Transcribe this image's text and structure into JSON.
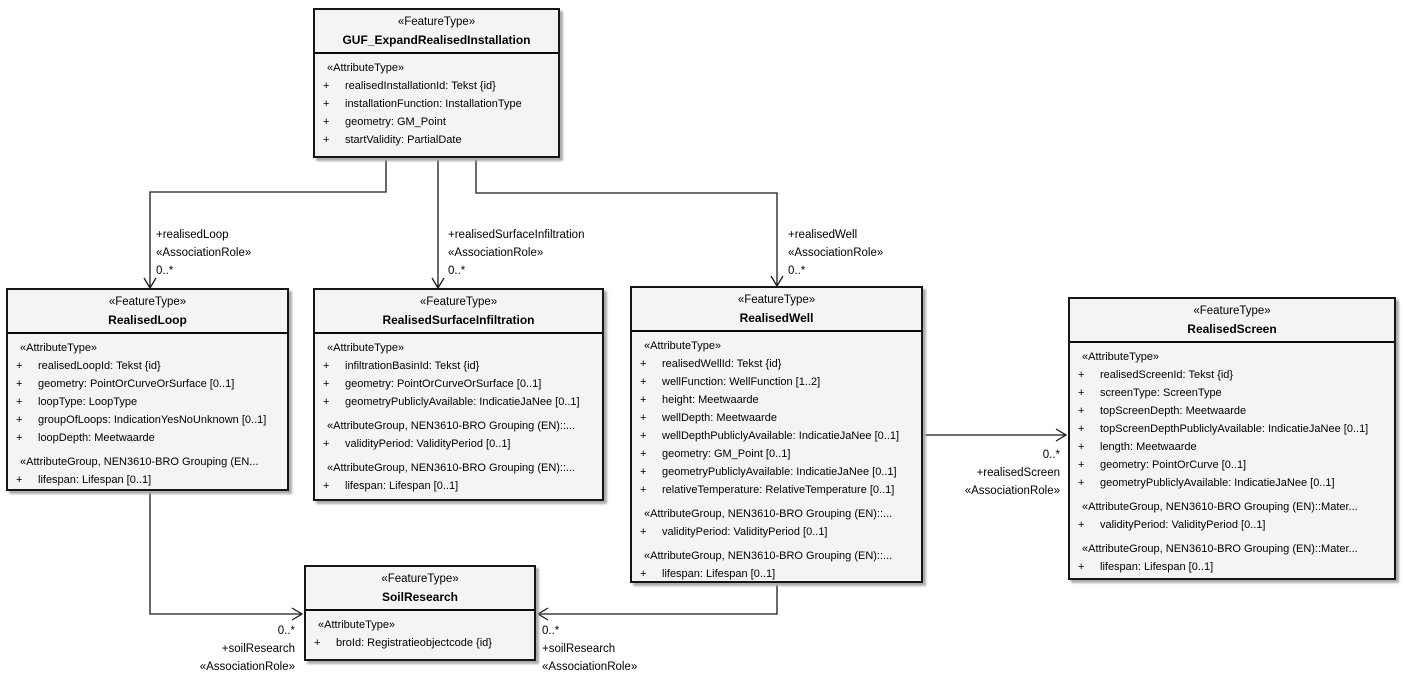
{
  "boxes": {
    "guf": {
      "stereotype": "«FeatureType»",
      "name": "GUF_ExpandRealisedInstallation",
      "rows": [
        {
          "kind": "section",
          "text": "«AttributeType»"
        },
        {
          "kind": "attr",
          "text": "realisedInstallationId: Tekst {id}"
        },
        {
          "kind": "attr",
          "text": "installationFunction: InstallationType"
        },
        {
          "kind": "attr",
          "text": "geometry: GM_Point"
        },
        {
          "kind": "attr",
          "text": "startValidity: PartialDate"
        }
      ]
    },
    "realisedLoop": {
      "stereotype": "«FeatureType»",
      "name": "RealisedLoop",
      "rows": [
        {
          "kind": "section",
          "text": "«AttributeType»"
        },
        {
          "kind": "attr",
          "text": "realisedLoopId: Tekst {id}"
        },
        {
          "kind": "attr",
          "text": "geometry: PointOrCurveOrSurface [0..1]"
        },
        {
          "kind": "attr",
          "text": "loopType: LoopType"
        },
        {
          "kind": "attr",
          "text": "groupOfLoops: IndicationYesNoUnknown [0..1]"
        },
        {
          "kind": "attr",
          "text": "loopDepth: Meetwaarde"
        },
        {
          "kind": "section",
          "text": "«AttributeGroup, NEN3610-BRO Grouping (EN..."
        },
        {
          "kind": "attr",
          "text": "lifespan: Lifespan [0..1]"
        }
      ]
    },
    "realisedSurfaceInfiltration": {
      "stereotype": "«FeatureType»",
      "name": "RealisedSurfaceInfiltration",
      "rows": [
        {
          "kind": "section",
          "text": "«AttributeType»"
        },
        {
          "kind": "attr",
          "text": "infiltrationBasinId: Tekst {id}"
        },
        {
          "kind": "attr",
          "text": "geometry: PointOrCurveOrSurface [0..1]"
        },
        {
          "kind": "attr",
          "text": "geometryPubliclyAvailable: IndicatieJaNee [0..1]"
        },
        {
          "kind": "section",
          "text": "«AttributeGroup, NEN3610-BRO Grouping (EN)::..."
        },
        {
          "kind": "attr",
          "text": "validityPeriod: ValidityPeriod [0..1]"
        },
        {
          "kind": "section",
          "text": "«AttributeGroup, NEN3610-BRO Grouping (EN)::..."
        },
        {
          "kind": "attr",
          "text": "lifespan: Lifespan [0..1]"
        }
      ]
    },
    "realisedWell": {
      "stereotype": "«FeatureType»",
      "name": "RealisedWell",
      "rows": [
        {
          "kind": "section",
          "text": "«AttributeType»"
        },
        {
          "kind": "attr",
          "text": "realisedWellId: Tekst {id}"
        },
        {
          "kind": "attr",
          "text": "wellFunction: WellFunction [1..2]"
        },
        {
          "kind": "attr",
          "text": "height: Meetwaarde"
        },
        {
          "kind": "attr",
          "text": "wellDepth: Meetwaarde"
        },
        {
          "kind": "attr",
          "text": "wellDepthPubliclyAvailable: IndicatieJaNee [0..1]"
        },
        {
          "kind": "attr",
          "text": "geometry: GM_Point [0..1]"
        },
        {
          "kind": "attr",
          "text": "geometryPubliclyAvailable: IndicatieJaNee [0..1]"
        },
        {
          "kind": "attr",
          "text": "relativeTemperature: RelativeTemperature [0..1]"
        },
        {
          "kind": "section",
          "text": "«AttributeGroup, NEN3610-BRO Grouping (EN)::..."
        },
        {
          "kind": "attr",
          "text": "validityPeriod: ValidityPeriod [0..1]"
        },
        {
          "kind": "section",
          "text": "«AttributeGroup, NEN3610-BRO Grouping (EN)::..."
        },
        {
          "kind": "attr",
          "text": "lifespan: Lifespan [0..1]"
        }
      ]
    },
    "realisedScreen": {
      "stereotype": "«FeatureType»",
      "name": "RealisedScreen",
      "rows": [
        {
          "kind": "section",
          "text": "«AttributeType»"
        },
        {
          "kind": "attr",
          "text": "realisedScreenId: Tekst {id}"
        },
        {
          "kind": "attr",
          "text": "screenType: ScreenType"
        },
        {
          "kind": "attr",
          "text": "topScreenDepth: Meetwaarde"
        },
        {
          "kind": "attr",
          "text": "topScreenDepthPubliclyAvailable: IndicatieJaNee [0..1]"
        },
        {
          "kind": "attr",
          "text": "length: Meetwaarde"
        },
        {
          "kind": "attr",
          "text": "geometry: PointOrCurve [0..1]"
        },
        {
          "kind": "attr",
          "text": "geometryPubliclyAvailable: IndicatieJaNee [0..1]"
        },
        {
          "kind": "section",
          "text": "«AttributeGroup, NEN3610-BRO Grouping (EN)::Mater..."
        },
        {
          "kind": "attr",
          "text": "validityPeriod: ValidityPeriod [0..1]"
        },
        {
          "kind": "section",
          "text": "«AttributeGroup, NEN3610-BRO Grouping (EN)::Mater..."
        },
        {
          "kind": "attr",
          "text": "lifespan: Lifespan [0..1]"
        }
      ]
    },
    "soilResearch": {
      "stereotype": "«FeatureType»",
      "name": "SoilResearch",
      "rows": [
        {
          "kind": "section",
          "text": "«AttributeType»"
        },
        {
          "kind": "attr",
          "text": "broId: Registratieobjectcode {id}"
        }
      ]
    }
  },
  "connector_labels": {
    "realisedLoop": [
      "+realisedLoop",
      "«AssociationRole»",
      "0..*"
    ],
    "realisedSurfaceInfiltration": [
      "+realisedSurfaceInfiltration",
      "«AssociationRole»",
      "0..*"
    ],
    "realisedWell": [
      "+realisedWell",
      "«AssociationRole»",
      "0..*"
    ],
    "realisedScreen": [
      "0..*",
      "+realisedScreen",
      "«AssociationRole»"
    ],
    "soilResearchFromLoop": [
      "0..*",
      "+soilResearch",
      "«AssociationRole»"
    ],
    "soilResearchFromWell": [
      "0..*",
      "+soilResearch",
      "«AssociationRole»"
    ]
  },
  "colors": {
    "box_fill": "#f4f4f2",
    "box_border": "#161616",
    "line": "#1a1a1a",
    "background": "#ffffff"
  }
}
